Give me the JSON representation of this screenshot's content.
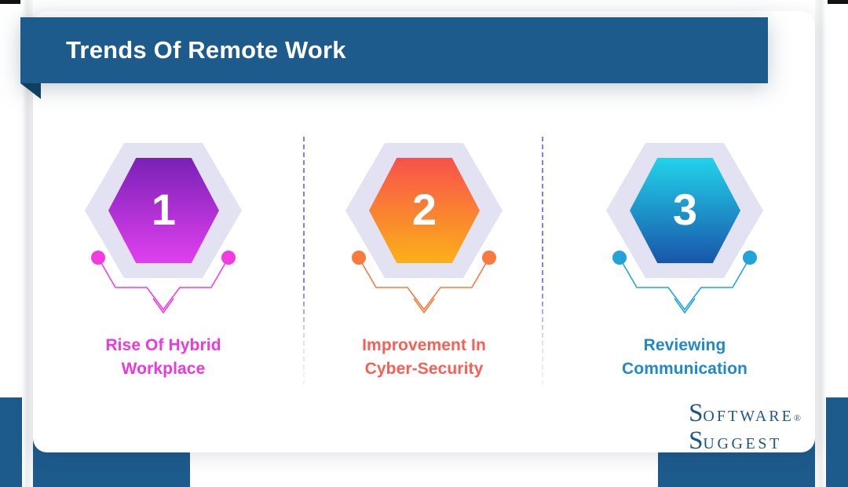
{
  "header": {
    "title": "Trends Of Remote Work",
    "ribbon_color": "#1d5b8c",
    "title_color": "#ffffff"
  },
  "theme": {
    "page_background": "#ffffff",
    "card_background": "#ffffff",
    "bottom_band_color": "#1d5b8c",
    "divider_color": "#8c7fd0",
    "hex_ring_color": "#e2e2f2"
  },
  "steps": [
    {
      "number": "1",
      "label_line1": "Rise Of Hybrid",
      "label_line2": "Workplace",
      "label_color": "#ee38d8",
      "accent_color": "#f23ce0",
      "gradient_from": "#7a21b6",
      "gradient_to": "#e040ef"
    },
    {
      "number": "2",
      "label_line1": "Improvement In",
      "label_line2": "Cyber-Security",
      "label_color": "#f95f54",
      "accent_color": "#f97a3c",
      "gradient_from": "#f8514b",
      "gradient_to": "#fcb019"
    },
    {
      "number": "3",
      "label_line1": "Reviewing",
      "label_line2": "Communication",
      "label_color": "#2089c8",
      "accent_color": "#22a5d6",
      "gradient_from": "#22d2ea",
      "gradient_to": "#1856aa"
    }
  ],
  "dividers": [
    {
      "name": "divider-1"
    },
    {
      "name": "divider-2"
    }
  ],
  "logo": {
    "line1_cap": "S",
    "line1_rest": "OFTWARE",
    "registered": "®",
    "line2_cap": "S",
    "line2_rest": "UGGEST",
    "color": "#1f5684"
  }
}
